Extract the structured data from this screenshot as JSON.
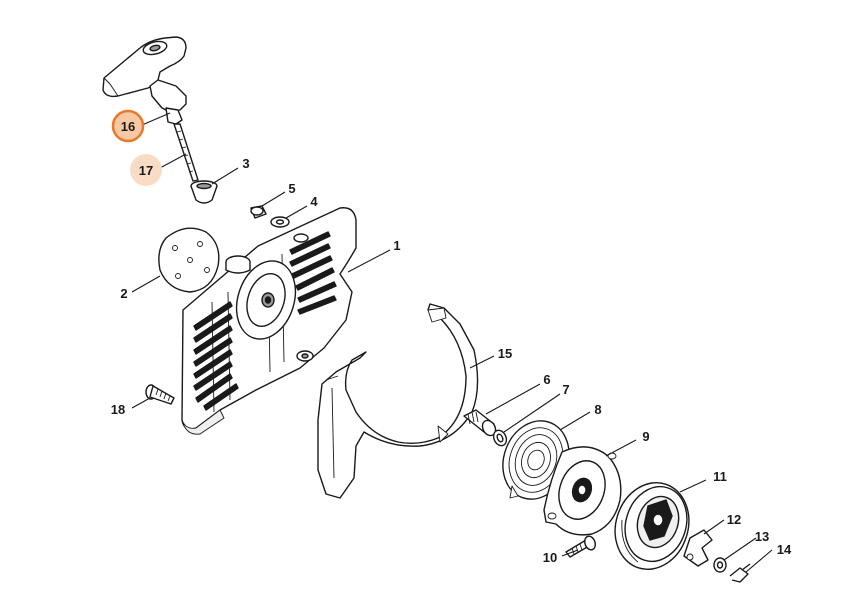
{
  "callouts": [
    {
      "id": "c1",
      "label": "1"
    },
    {
      "id": "c2",
      "label": "2"
    },
    {
      "id": "c3",
      "label": "3"
    },
    {
      "id": "c4",
      "label": "4"
    },
    {
      "id": "c5",
      "label": "5"
    },
    {
      "id": "c6",
      "label": "6"
    },
    {
      "id": "c7",
      "label": "7"
    },
    {
      "id": "c8",
      "label": "8"
    },
    {
      "id": "c9",
      "label": "9"
    },
    {
      "id": "c10",
      "label": "10"
    },
    {
      "id": "c11",
      "label": "11"
    },
    {
      "id": "c12",
      "label": "12"
    },
    {
      "id": "c13",
      "label": "13"
    },
    {
      "id": "c14",
      "label": "14"
    },
    {
      "id": "c15",
      "label": "15"
    },
    {
      "id": "c16",
      "label": "16",
      "highlight": "primary"
    },
    {
      "id": "c17",
      "label": "17",
      "highlight": "secondary"
    },
    {
      "id": "c18",
      "label": "18"
    }
  ],
  "colors": {
    "primary_badge_fill": "#f6c9a4",
    "primary_badge_stroke": "#e8782a",
    "secondary_badge_fill": "#f9dcc5",
    "line": "#1a1a1a"
  }
}
